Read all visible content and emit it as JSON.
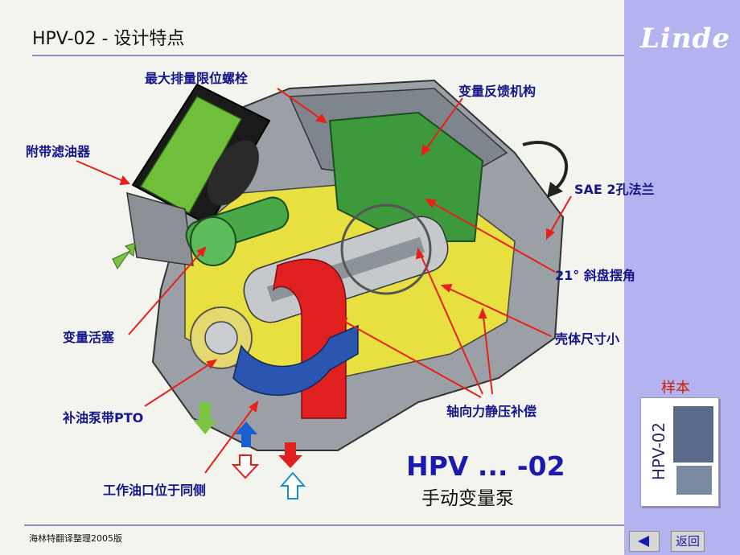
{
  "header": {
    "title": "HPV-02 - 设计特点",
    "brand": "Linde"
  },
  "labels": {
    "max_bolt": "最大排量限位螺栓",
    "feedback": "变量反馈机构",
    "filter": "附带滤油器",
    "sae": "SAE  2孔法兰",
    "angle": "21°  斜盘摆角",
    "piston": "变量活塞",
    "housing": "壳体尺寸小",
    "compensation": "轴向力静压补偿",
    "charge_pump": "补油泵带PTO",
    "ports": "工作油口位于同侧"
  },
  "product": {
    "model": "HPV ... -02",
    "name": "手动变量泵"
  },
  "sample": {
    "label": "样本",
    "brochure_title": "HPV-02"
  },
  "footer": {
    "credit": "海林特翻译整理2005版"
  },
  "nav": {
    "back_label": "返回"
  },
  "colors": {
    "accent": "#1a1ab0",
    "sidebar": "#b3b3f0",
    "arrow": "#e8201a",
    "label_text": "#14148c"
  }
}
